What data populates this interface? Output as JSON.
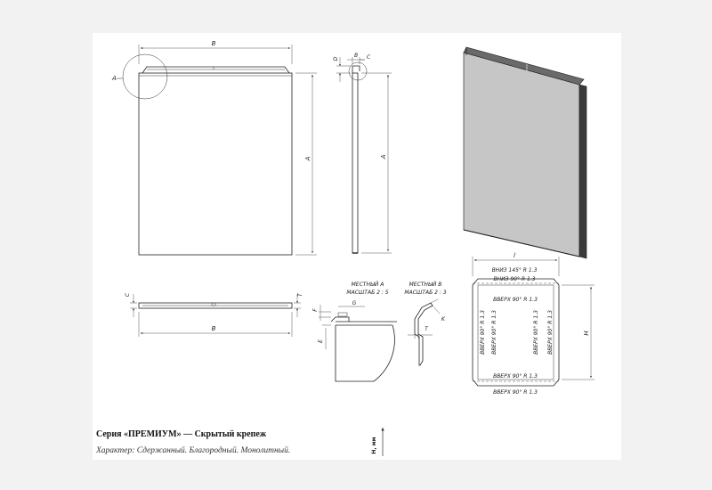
{
  "footer": {
    "series_title": "Серия «ПРЕМИУМ» — Скрытый крепеж",
    "character": "Характер: Сдержанный. Благородный. Монолитный."
  },
  "front_view": {
    "dim_width": "B",
    "dim_height": "A",
    "callout": "A"
  },
  "side_view": {
    "dim_top_d": "D",
    "dim_top_b": "B",
    "dim_top_c": "C",
    "dim_height": "A"
  },
  "bottom_view": {
    "dim_left": "C",
    "dim_right": "T",
    "dim_width": "B"
  },
  "detail_a": {
    "title_1": "МЕСТНЫЙ А",
    "title_2": "МАСШТАБ 2 : 5",
    "dim_g": "G",
    "dim_f": "F",
    "dim_e": "E"
  },
  "detail_b": {
    "title_1": "МЕСТНЫЙ В",
    "title_2": "МАСШТАБ 2 : 3",
    "dim_k": "K",
    "dim_t": "T"
  },
  "unfold": {
    "dim_l": "l",
    "dim_h": "H",
    "top_1": "ВНИЗ  145°  R 1.3",
    "top_2": "ВНИЗ  90°  R 1.3",
    "top_3": "ВВЕРХ  90°  R 1.3",
    "bottom_1": "ВВЕРХ  90°  R 1.3",
    "bottom_2": "ВВЕРХ  90°  R 1.3",
    "left_1": "ВВЕРХ  90°  R 1.3",
    "left_2": "ВВЕРХ  90°  R 1.3",
    "right_1": "ВВЕРХ  90°  R 1.3",
    "right_2": "ВВЕРХ  90°  R 1.3"
  },
  "stamp": {
    "label": "Н, мм"
  },
  "colors": {
    "panel_face": "#c6c6c6",
    "panel_edge": "#3a3a3a",
    "line": "#222222"
  }
}
